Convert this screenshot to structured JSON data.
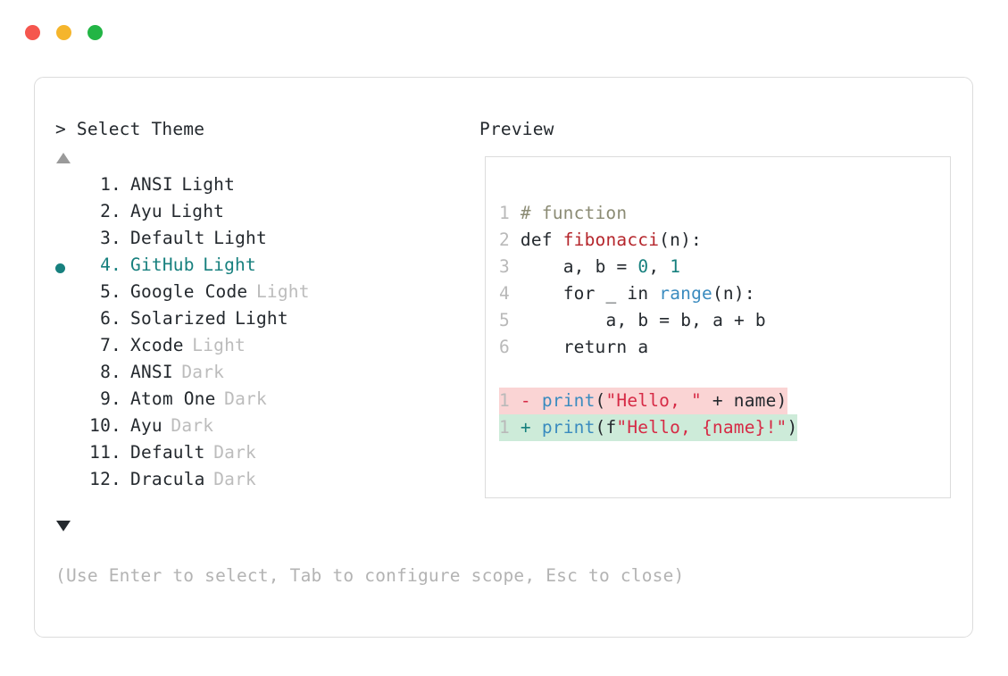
{
  "window": {
    "traffic_lights": [
      {
        "name": "close",
        "color": "#f5564e"
      },
      {
        "name": "minimize",
        "color": "#f5b52c"
      },
      {
        "name": "maximize",
        "color": "#22b545"
      }
    ]
  },
  "prompt": {
    "header": "> Select Theme",
    "scroll_up_icon": "triangle-up",
    "scroll_down_icon": "triangle-down",
    "hint": "(Use Enter to select, Tab to configure scope, Esc to close)"
  },
  "accent_color": "#17807e",
  "themes": [
    {
      "index": "1.",
      "name": "ANSI",
      "variant": "Light",
      "variant_dim": false,
      "selected": false
    },
    {
      "index": "2.",
      "name": "Ayu",
      "variant": "Light",
      "variant_dim": false,
      "selected": false
    },
    {
      "index": "3.",
      "name": "Default",
      "variant": "Light",
      "variant_dim": false,
      "selected": false
    },
    {
      "index": "4.",
      "name": "GitHub",
      "variant": "Light",
      "variant_dim": false,
      "selected": true
    },
    {
      "index": "5.",
      "name": "Google Code",
      "variant": "Light",
      "variant_dim": true,
      "selected": false
    },
    {
      "index": "6.",
      "name": "Solarized",
      "variant": "Light",
      "variant_dim": false,
      "selected": false
    },
    {
      "index": "7.",
      "name": "Xcode",
      "variant": "Light",
      "variant_dim": true,
      "selected": false
    },
    {
      "index": "8.",
      "name": "ANSI",
      "variant": "Dark",
      "variant_dim": true,
      "selected": false
    },
    {
      "index": "9.",
      "name": "Atom One",
      "variant": "Dark",
      "variant_dim": true,
      "selected": false
    },
    {
      "index": "10.",
      "name": "Ayu",
      "variant": "Dark",
      "variant_dim": true,
      "selected": false
    },
    {
      "index": "11.",
      "name": "Default",
      "variant": "Dark",
      "variant_dim": true,
      "selected": false
    },
    {
      "index": "12.",
      "name": "Dracula",
      "variant": "Dark",
      "variant_dim": true,
      "selected": false
    }
  ],
  "preview": {
    "header": "Preview",
    "code_lines": [
      {
        "gutter": "1",
        "text": "# function"
      },
      {
        "gutter": "2",
        "text": "def fibonacci(n):"
      },
      {
        "gutter": "3",
        "text": "    a, b = 0, 1"
      },
      {
        "gutter": "4",
        "text": "    for _ in range(n):"
      },
      {
        "gutter": "5",
        "text": "        a, b = b, a + b"
      },
      {
        "gutter": "6",
        "text": "    return a"
      }
    ],
    "diff_lines": [
      {
        "gutter": "1",
        "marker": "-",
        "text": "print(\"Hello, \" + name)",
        "kind": "removed"
      },
      {
        "gutter": "1",
        "marker": "+",
        "text": "print(f\"Hello, {name}!\")",
        "kind": "added"
      }
    ],
    "diff_removed_bg": "#fad4d4",
    "diff_added_bg": "#cdebd9"
  }
}
